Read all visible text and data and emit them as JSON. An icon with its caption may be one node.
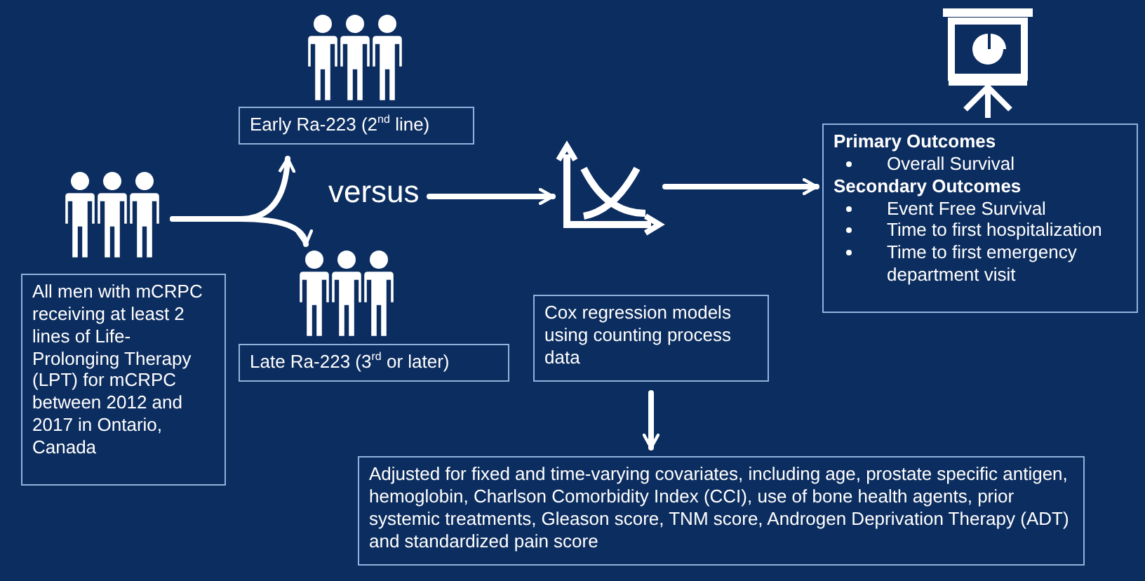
{
  "diagram": {
    "nodes": [
      {
        "text": [],
        "shape": "person"
      },
      {
        "text": [
          "All men with mCRPC receiving at least 2 lines of Life-Prolonging Therapy (LPT) for mCRPC between 2012 and 2017 in Ontario, Canada"
        ]
      },
      {
        "text": [],
        "shape": "person"
      },
      {
        "text": [
          "Early Ra-223 (2$^{nd}$ line)"
        ]
      },
      {
        "text": [],
        "shape": "person"
      },
      {
        "text": [
          "Late Ra-223 (3$^{rd}$ or later)"
        ]
      },
      {
        "text": [
          "versus"
        ]
      },
      {
        "text": [],
        "shape": "chart"
      },
      {
        "text": [
          "Primary Outcomes",
          "Overall Survival",
          "Secondary Outcomes",
          "Event Free Survival",
          "Time to first hospitalization",
          "Time to first emergency department visit"
        ]
      },
      {
        "text": [
          "Cox regression models using counting process data"
        ]
      },
      {
        "text": [
          "Adjusted for fixed and time-varying covariates, including age, prostate specific antigen, hemoglobin, Charlson Comorbidity Index (CCI), use of bone health agents, prior systemic treatments, Gleason score, TNM score, Androgen Deprivation Therapy (ADT) and standardized pain score"
        ]
      }
    ],
    "edges": [
      {
        "from": 0,
        "to": 3,
        "arrow": "to"
      },
      {
        "from": 0,
        "to": 4,
        "arrow": "to"
      },
      {
        "from": 6,
        "to": 7,
        "arrow": "to"
      },
      {
        "from": 7,
        "to": 8,
        "arrow": "to"
      },
      {
        "from": 9,
        "to": 10,
        "arrow": "to"
      }
    ]
  }
}
